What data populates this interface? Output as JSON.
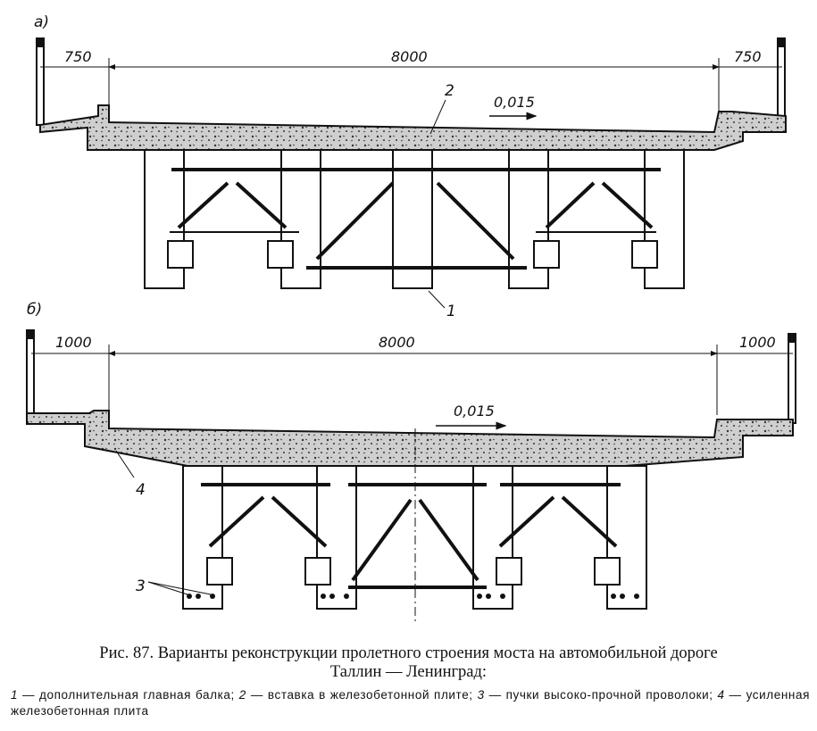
{
  "diagram": {
    "variant_a": {
      "label": "а)",
      "dim_left": "750",
      "dim_main": "8000",
      "dim_right": "750",
      "slope": "0,015",
      "callout_insert": "2",
      "callout_beam": "1"
    },
    "variant_b": {
      "label": "б)",
      "dim_left": "1000",
      "dim_main": "8000",
      "dim_right": "1000",
      "slope": "0,015",
      "callout_slab": "4",
      "callout_wires": "3"
    }
  },
  "caption": {
    "line1": "Рис. 87. Варианты реконструкции пролетного строения моста на автомобильной дороге",
    "line2": "Таллин — Ленинград:"
  },
  "legend": [
    {
      "num": "1",
      "text": " — дополнительная главная балка; "
    },
    {
      "num": "2",
      "text": " — вставка в железобетонной плите; "
    },
    {
      "num": "3",
      "text": " — пучки высоко-прочной проволоки; "
    },
    {
      "num": "4",
      "text": " — усиленная железобетонная плита"
    }
  ]
}
